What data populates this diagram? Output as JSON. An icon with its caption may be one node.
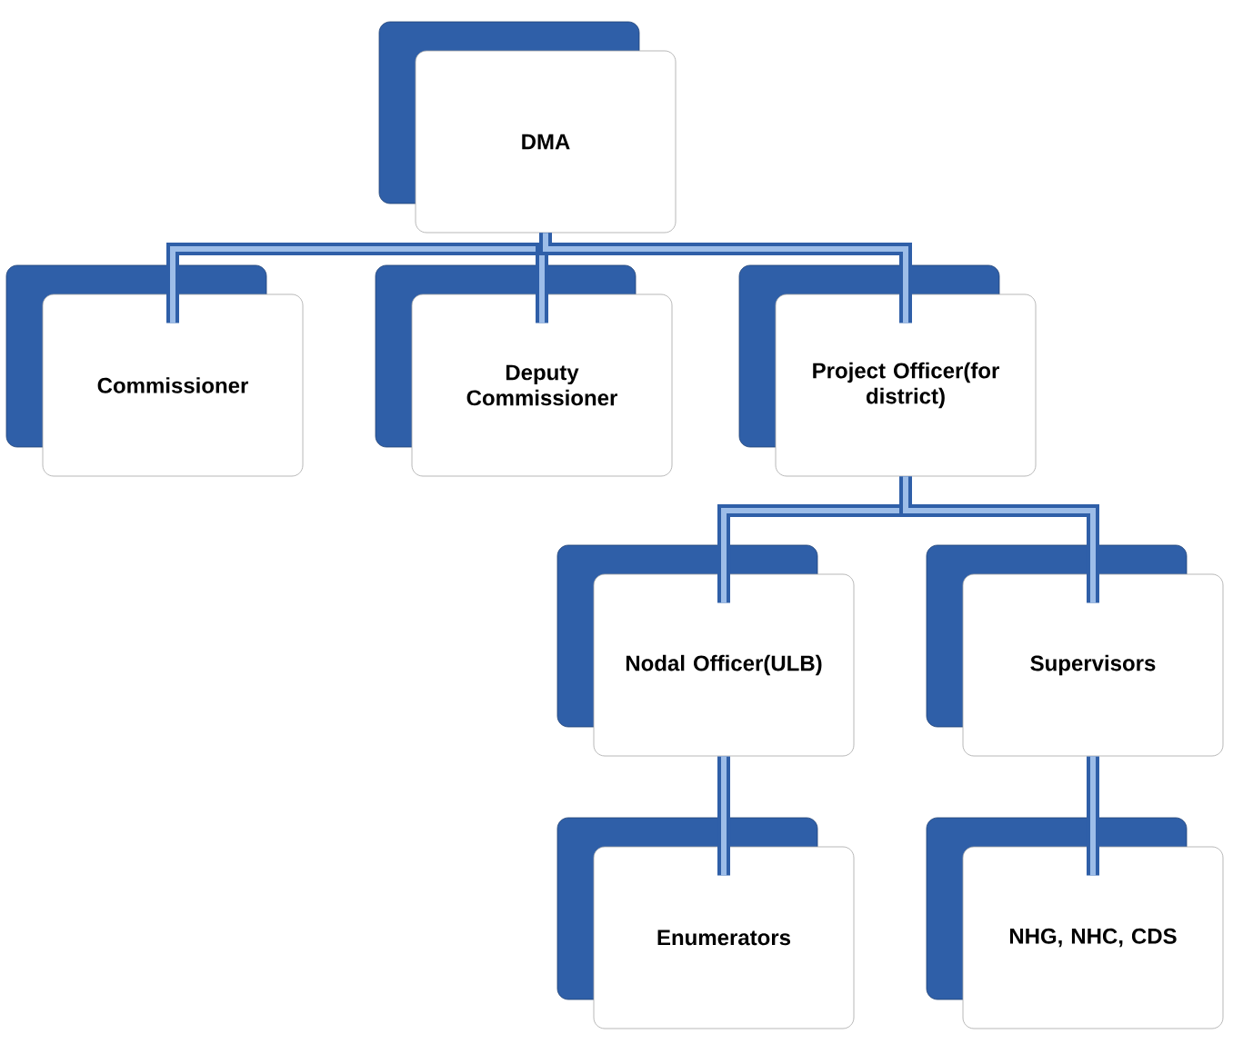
{
  "diagram": {
    "nodes": [
      {
        "text": [
          "DMA"
        ]
      },
      {
        "text": [
          "Commissioner"
        ]
      },
      {
        "text": [
          "Deputy Commissioner"
        ]
      },
      {
        "text": [
          "Project Officer(for district)"
        ]
      },
      {
        "text": [
          "Nodal Officer(ULB)"
        ]
      },
      {
        "text": [
          "Supervisors"
        ]
      },
      {
        "text": [
          "Enumerators"
        ]
      },
      {
        "text": [
          "NHG, NHC, CDS"
        ]
      }
    ],
    "edges": [
      {
        "from": 0,
        "to": 1,
        "arrow": "none"
      },
      {
        "from": 0,
        "to": 2,
        "arrow": "none"
      },
      {
        "from": 0,
        "to": 3,
        "arrow": "none"
      },
      {
        "from": 3,
        "to": 4,
        "arrow": "none"
      },
      {
        "from": 3,
        "to": 5,
        "arrow": "none"
      },
      {
        "from": 4,
        "to": 6,
        "arrow": "none"
      },
      {
        "from": 5,
        "to": 7,
        "arrow": "none"
      }
    ]
  }
}
